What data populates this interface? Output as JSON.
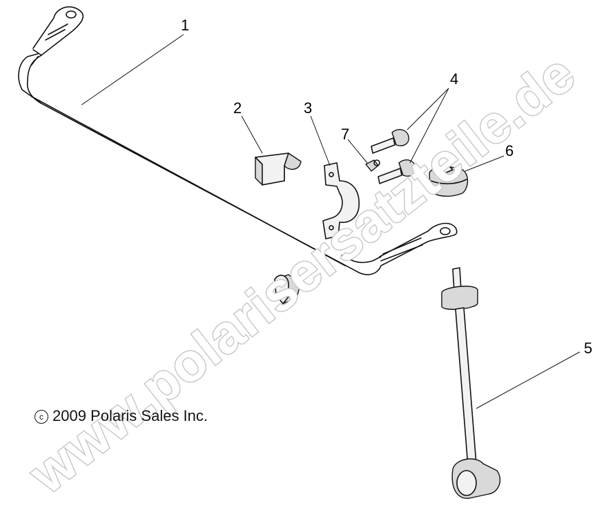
{
  "diagram": {
    "callouts": [
      "1",
      "2",
      "3",
      "4",
      "5",
      "6",
      "7"
    ]
  },
  "copyright": {
    "symbol": "c",
    "text": "2009 Polaris Sales Inc."
  },
  "watermark": {
    "text": "www.polarisersatzteile.de"
  }
}
